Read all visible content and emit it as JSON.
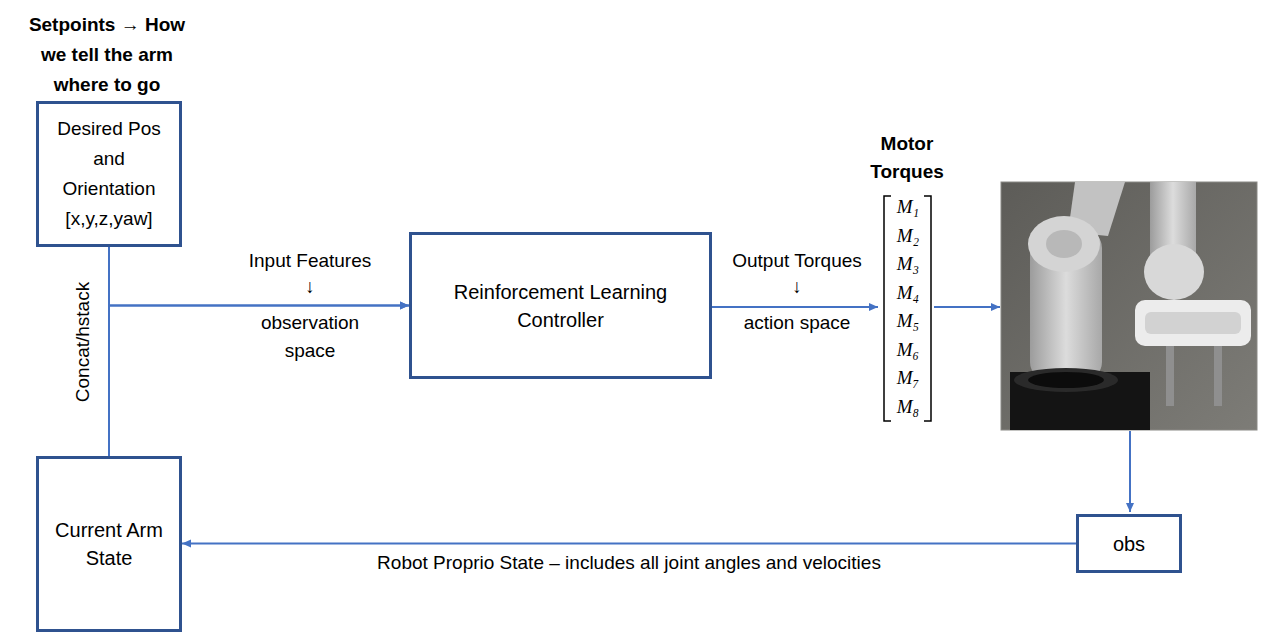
{
  "diagram": {
    "nodes": [
      {
        "text": [
          "Setpoints → How we tell the arm where to go",
          "Desired Pos and Orientation [x,y,z,yaw]"
        ]
      },
      {
        "text": [
          "Reinforcement Learning Controller"
        ]
      },
      {
        "text": [
          "Current Arm State"
        ]
      },
      {
        "text": [
          "obs"
        ]
      }
    ],
    "edges": [
      {
        "from": 0,
        "to": 1,
        "arrow": "to"
      },
      {
        "from": 2,
        "to": 1,
        "arrow": "to"
      },
      {
        "from": 3,
        "to": 2,
        "arrow": "to",
        "label": "Robot Proprio State – includes all joint angles and velocities"
      }
    ],
    "labels": [
      "Concat/hstack",
      "Input Features",
      "↓",
      "observation space",
      "Output Torques",
      "↓",
      "action space",
      "Motor Torques",
      "M₁",
      "M₂",
      "M₃",
      "M₄",
      "M₅",
      "M₆",
      "M₇",
      "M₈"
    ]
  }
}
